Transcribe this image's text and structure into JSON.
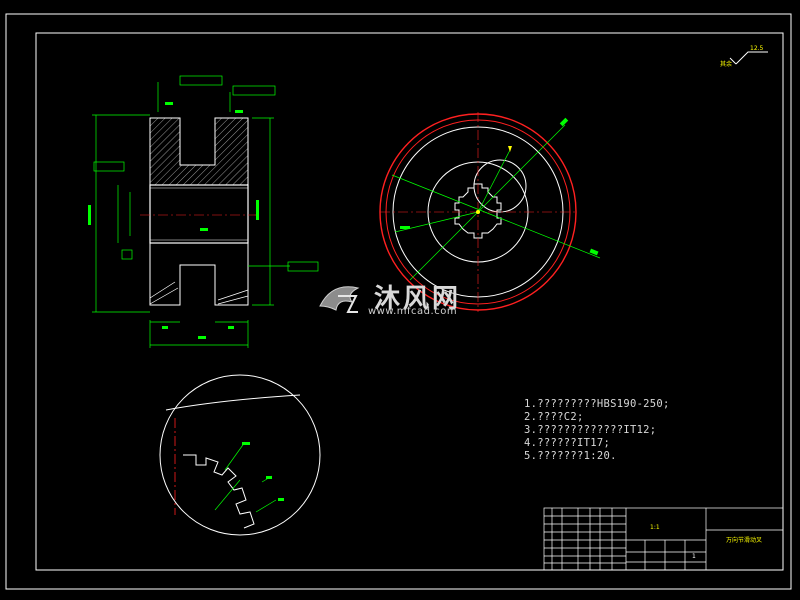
{
  "drawing": {
    "tech_notes": [
      "1.?????????HBS190-250;",
      "2.????C2;",
      "3.?????????????IT12;",
      "4.??????IT17;",
      "5.???????1:20."
    ],
    "roughness_label": "其余",
    "roughness_value": "12.5",
    "title_block": {
      "part_name": "万向节滑动叉",
      "scale": "1:1",
      "quantity": "1"
    }
  },
  "watermark": {
    "brand": "沐风网",
    "url": "www.mfcad.com"
  },
  "colors": {
    "background": "#000000",
    "border": "#ffffff",
    "geometry": "#ffffff",
    "dimension": "#00ff00",
    "center_line": "#ff2020",
    "hatch": "#ffffff",
    "annotation": "#ffff00"
  }
}
